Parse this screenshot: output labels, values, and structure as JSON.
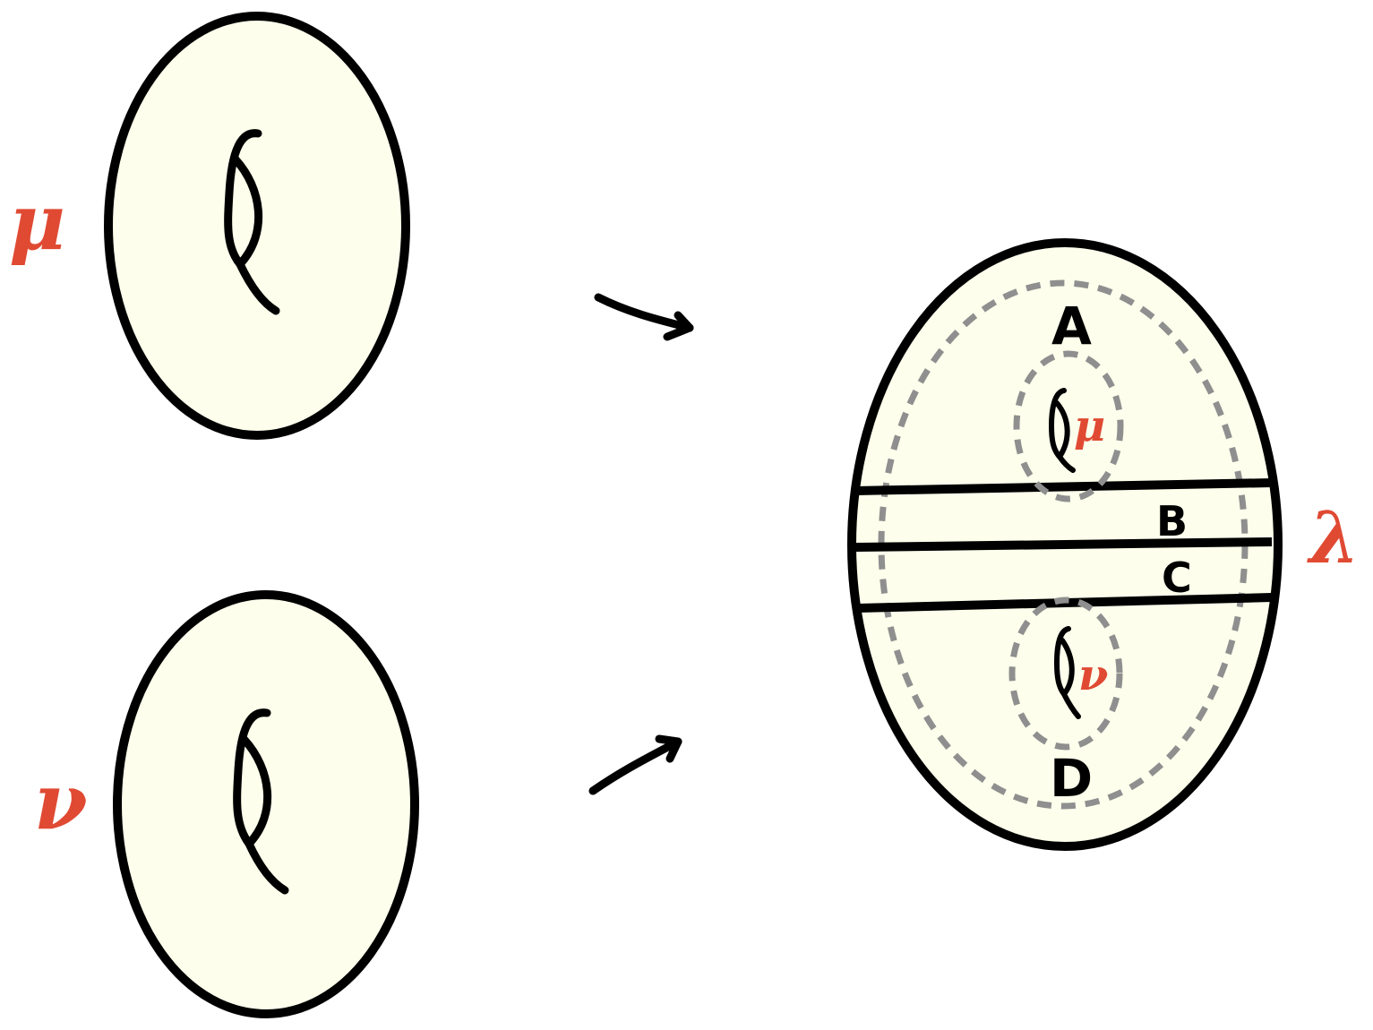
{
  "labels": {
    "mu": "μ",
    "nu": "ν",
    "lambda": "λ",
    "region_a": "A",
    "region_b": "B",
    "region_c": "C",
    "region_d": "D"
  },
  "colors": {
    "fill": "#fdffec",
    "outline": "#000000",
    "dashed": "#8f8f8f",
    "accent": "#e04a33"
  }
}
